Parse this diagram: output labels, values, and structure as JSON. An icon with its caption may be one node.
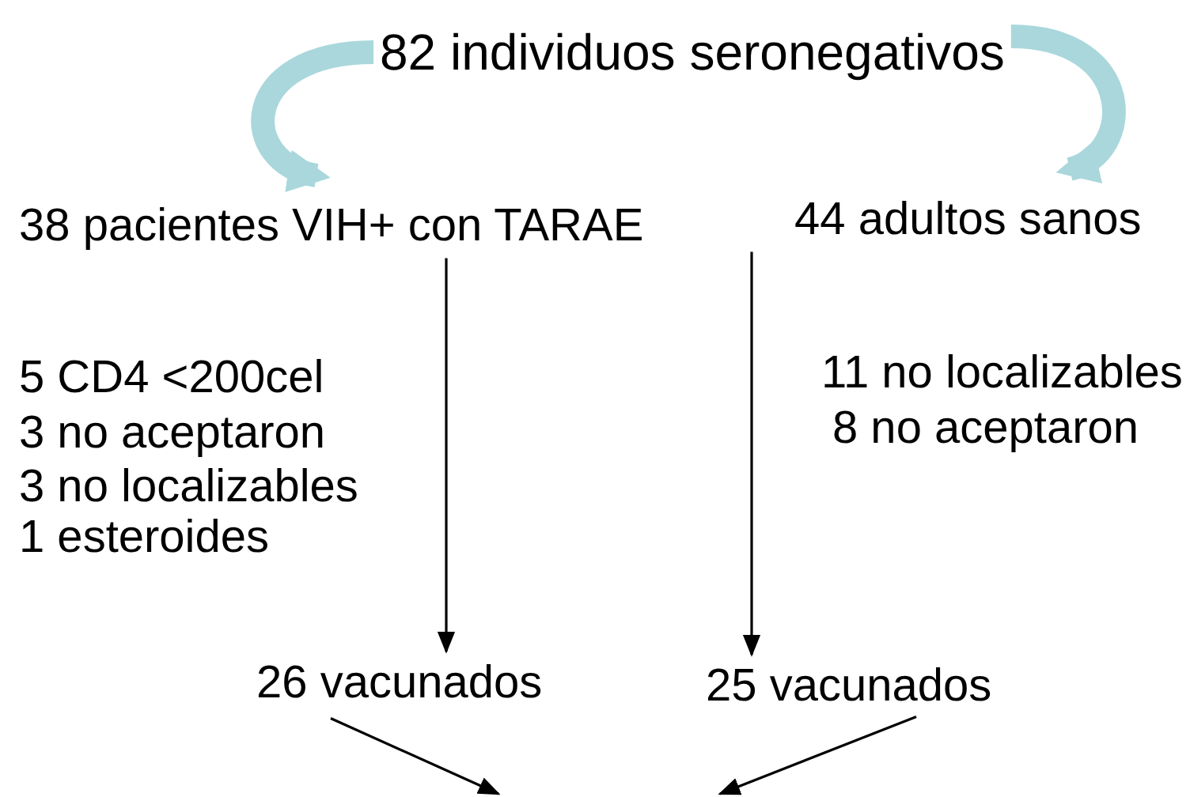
{
  "diagram": {
    "nodes": [
      {
        "text": [
          "82 individuos seronegativos"
        ]
      },
      {
        "text": [
          "38 pacientes VIH+ con TARAE"
        ]
      },
      {
        "text": [
          "44 adultos sanos"
        ]
      },
      {
        "text": [
          "26 vacunados"
        ]
      },
      {
        "text": [
          "25 vacunados"
        ]
      }
    ],
    "edges": [
      {
        "from": 0,
        "to": 1,
        "arrow": "to",
        "style": "thick",
        "color": "#a9d7dc"
      },
      {
        "from": 0,
        "to": 2,
        "arrow": "to",
        "style": "thick",
        "color": "#a9d7dc"
      },
      {
        "from": 1,
        "to": 3,
        "arrow": "to"
      },
      {
        "from": 2,
        "to": 4,
        "arrow": "to"
      },
      {
        "from": 3,
        "to": null,
        "arrow": "to"
      },
      {
        "from": 4,
        "to": null,
        "arrow": "to"
      }
    ],
    "labels": [
      "5 CD4 <200cel",
      "3 no aceptaron",
      "3 no localizables",
      "1 esteroides",
      "11 no localizables",
      "8 no aceptaron"
    ]
  }
}
